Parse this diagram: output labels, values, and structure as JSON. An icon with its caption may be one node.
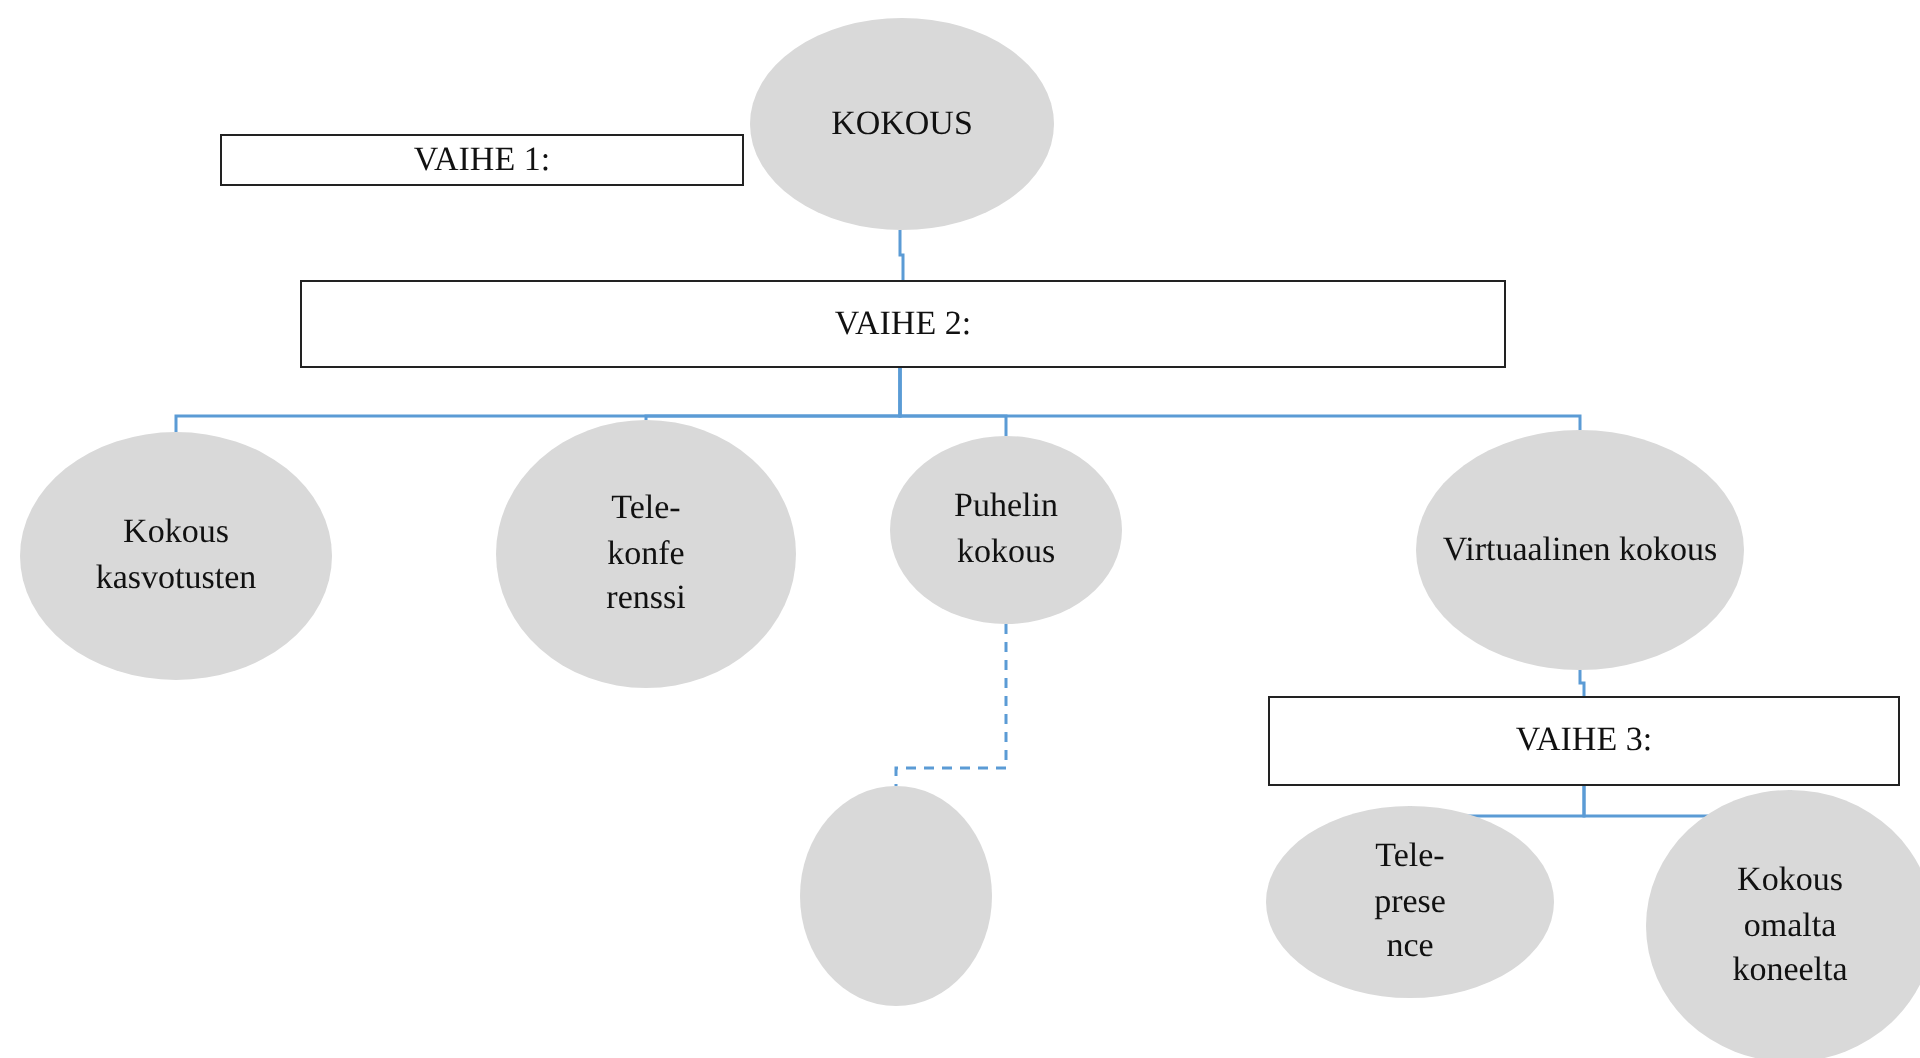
{
  "diagram": {
    "nodes": [
      {
        "text": [
          "VAIHE 1:"
        ]
      },
      {
        "text": [
          "KOKOUS"
        ]
      },
      {
        "text": [
          "VAIHE 2:"
        ]
      },
      {
        "text": [
          "Kokous kasvotusten"
        ]
      },
      {
        "text": [
          "Tele- konfe renssi"
        ]
      },
      {
        "text": [
          "Puhelin kokous"
        ]
      },
      {
        "text": [],
        "shape": "circle"
      },
      {
        "text": [
          "Virtuaalinen kokous"
        ]
      },
      {
        "text": [
          "VAIHE 3:"
        ]
      },
      {
        "text": [
          "Tele- prese nce"
        ]
      },
      {
        "text": [
          "Kokous omalta koneelta"
        ]
      }
    ],
    "edges": [
      {
        "from": 1,
        "to": 2,
        "arrow": "none"
      },
      {
        "from": 2,
        "to": 3,
        "arrow": "none"
      },
      {
        "from": 2,
        "to": 4,
        "arrow": "none"
      },
      {
        "from": 2,
        "to": 5,
        "arrow": "none"
      },
      {
        "from": 2,
        "to": 7,
        "arrow": "none"
      },
      {
        "from": 5,
        "to": 6,
        "arrow": "none",
        "style": "dashed"
      },
      {
        "from": 7,
        "to": 8,
        "arrow": "none"
      },
      {
        "from": 8,
        "to": 9,
        "arrow": "none"
      },
      {
        "from": 8,
        "to": 10,
        "arrow": "none"
      }
    ]
  }
}
